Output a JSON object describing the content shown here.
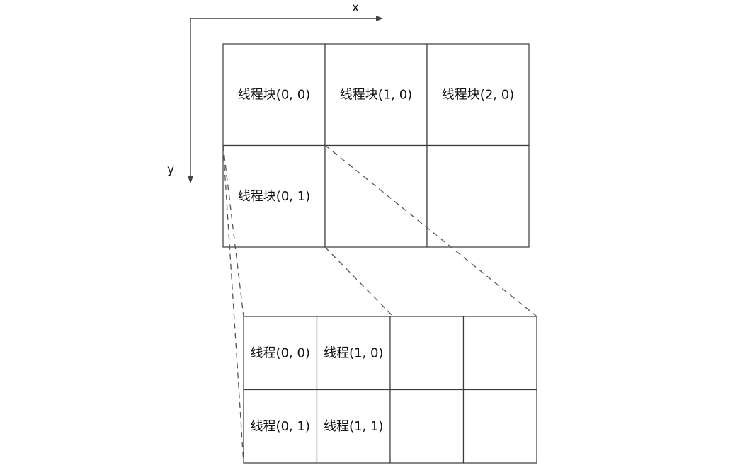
{
  "axes": {
    "x_label": "x",
    "y_label": "y"
  },
  "grid": {
    "columns": 3,
    "rows": 2,
    "labels": [
      [
        "线程块(0, 0)",
        "线程块(1, 0)",
        "线程块(2, 0)"
      ],
      [
        "线程块(0, 1)",
        "",
        ""
      ]
    ]
  },
  "block": {
    "columns": 4,
    "rows": 2,
    "labels": [
      [
        "线程(0, 0)",
        "线程(1, 0)",
        "",
        ""
      ],
      [
        "线程(0, 1)",
        "线程(1, 1)",
        "",
        ""
      ]
    ]
  }
}
